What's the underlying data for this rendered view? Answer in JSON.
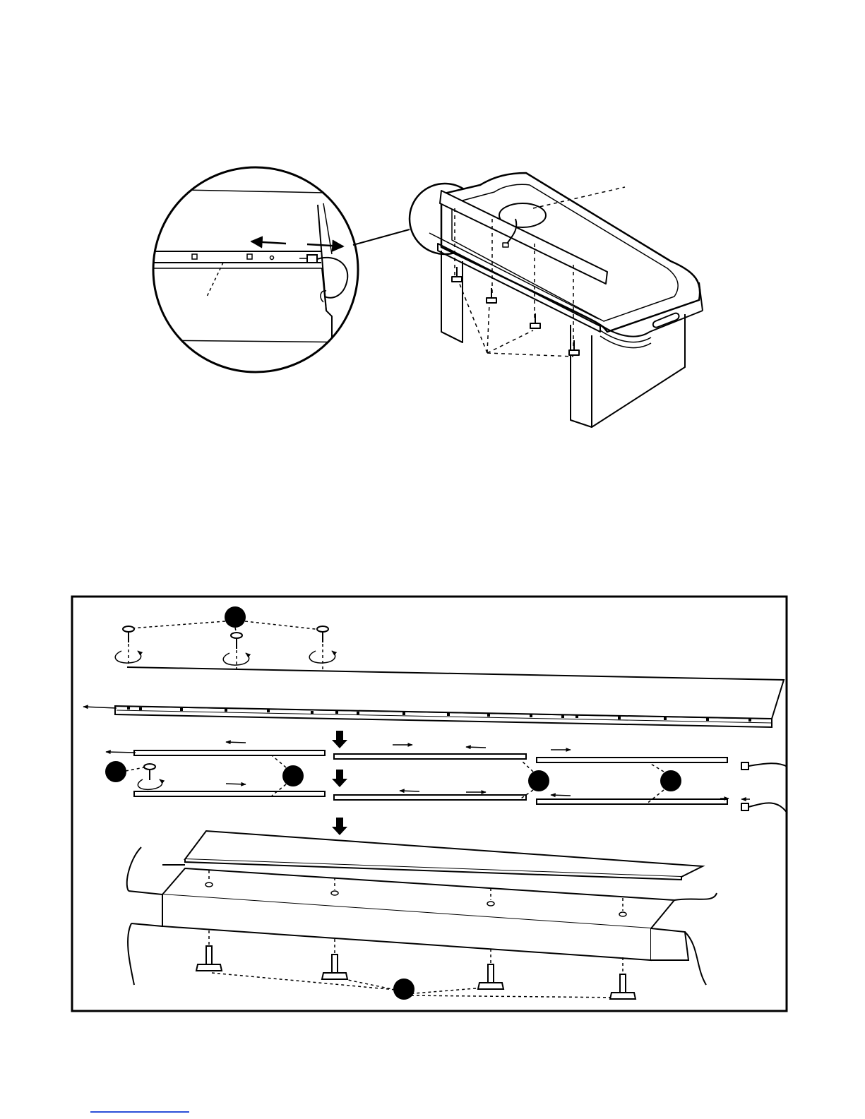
{
  "document": {
    "type": "assembly-instructions-page",
    "colors": {
      "ink": "#000000",
      "paper": "#ffffff",
      "footer_link": "#2b4fd8"
    },
    "callouts": {
      "screws": "",
      "bracket_left": "",
      "strip_left": "",
      "strip_middle": "",
      "strip_right": "",
      "knobs": ""
    },
    "icons": [
      "magnifier-circle",
      "arrow-left",
      "arrow-right",
      "arrow-down",
      "rotate-arrow",
      "screw",
      "t-knob",
      "power-plug"
    ]
  }
}
